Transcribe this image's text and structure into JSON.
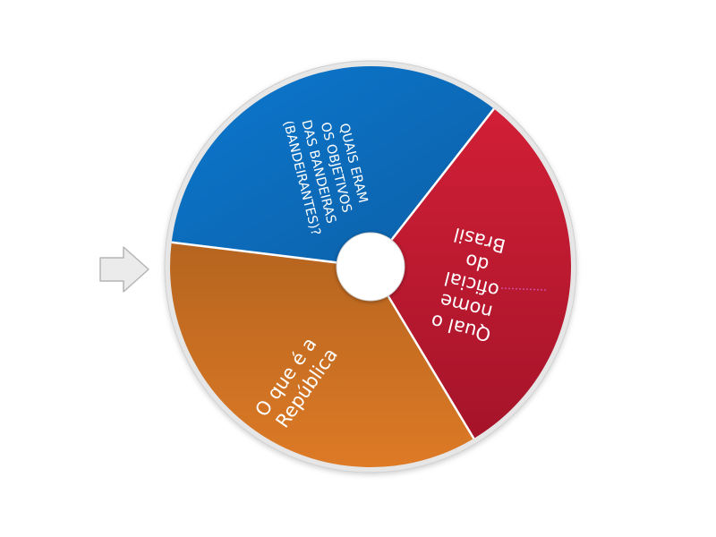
{
  "wheel": {
    "segments": [
      {
        "id": "blue",
        "lines": [
          "QUAIS ERAM",
          "OS OBJETIVOS",
          "DAS BANDEIRAS",
          "(BANDEIRANTES)?"
        ],
        "color_light": "#0b78cf",
        "color_dark": "#0d5fa6"
      },
      {
        "id": "red",
        "lines": [
          "Qual o",
          "nome",
          "oficial",
          "do",
          "Brasil"
        ],
        "color_light": "#d11f36",
        "color_dark": "#a5142a"
      },
      {
        "id": "orange",
        "lines": [
          "O que é a",
          "República"
        ],
        "color_light": "#dd7a26",
        "color_dark": "#b5641f"
      }
    ],
    "rim_color": "#e6e6e6",
    "hub_color": "#ffffff"
  },
  "pointer": {
    "icon": "arrow-right-icon",
    "fill": "#ebebeb",
    "stroke": "#b5b5b5"
  }
}
